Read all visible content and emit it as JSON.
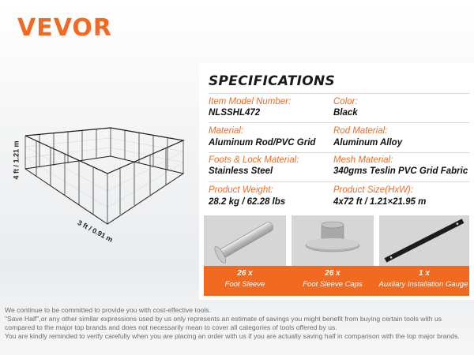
{
  "brand": {
    "logo_text": "VEVOR",
    "color": "#f4681f"
  },
  "product_image": {
    "dimension_height": "4 ft / 1.21 m",
    "dimension_length": "3 ft / 0.91 m"
  },
  "specifications": {
    "title": "SPECIFICATIONS",
    "rows": [
      {
        "left_label": "Item Model Number:",
        "left_value": "NLSSHL472",
        "right_label": "Color:",
        "right_value": "Black"
      },
      {
        "left_label": "Material:",
        "left_value": "Aluminum Rod/PVC Grid",
        "right_label": "Rod Material:",
        "right_value": "Aluminum Alloy"
      },
      {
        "left_label": "Foots & Lock Material:",
        "left_value": "Stainless Steel",
        "right_label": "Mesh Material:",
        "right_value": "340gms Teslin PVC Grid Fabric"
      },
      {
        "left_label": "Product Weight:",
        "left_value": "28.2 kg / 62.28 lbs",
        "right_label": "Product Size(HxW):",
        "right_value": "4x72 ft / 1.21×21.95 m"
      }
    ],
    "label_color": "#f06b22",
    "accent_color": "#f26a1f"
  },
  "parts": [
    {
      "qty": "26 x",
      "name": "Foot Sleeve",
      "icon": "foot-sleeve-icon"
    },
    {
      "qty": "26 x",
      "name": "Foot Sleeve Caps",
      "icon": "foot-sleeve-cap-icon"
    },
    {
      "qty": "1 x",
      "name": "Auxliary Installation Gauge",
      "icon": "installation-gauge-icon"
    }
  ],
  "disclaimer": [
    "We continue to be committed to provide you with cost-effective tools.",
    "\"Save Half\",or any other similar expressions used by us only represents an estimate of savings you might benefit from buying certain tools with us",
    "compared to the major top brands and does not necessarily mean to cover all categories of tools offered by us.",
    "You are kindly reminded to verify carefully when you are placing an order with us if you are actually saving half in comparison with the top major brands."
  ]
}
